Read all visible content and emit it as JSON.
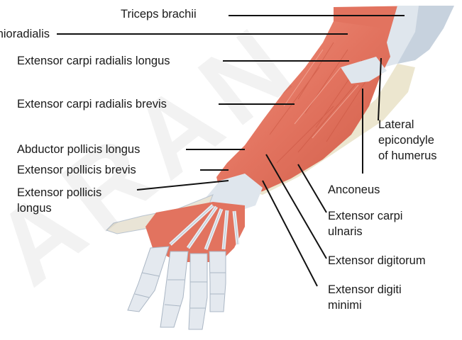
{
  "watermark": "ARAN",
  "colors": {
    "muscle": "#e2735f",
    "muscle_dark": "#c9543f",
    "muscle_light": "#f2a594",
    "tendon": "#e4e9ef",
    "tendon_shade": "#b9c4d0",
    "bone": "#ece6cf",
    "leader": "#111111"
  },
  "labels": {
    "triceps_brachii": "Triceps brachii",
    "brachioradialis": "Brachioradialis",
    "ecr_longus": "Extensor carpi radialis longus",
    "ecr_brevis": "Extensor carpi radialis brevis",
    "lateral_epicondyle_1": "Lateral",
    "lateral_epicondyle_2": "epicondyle",
    "lateral_epicondyle_3": "of humerus",
    "abductor_pollicis_longus": "Abductor pollicis longus",
    "extensor_pollicis_brevis": "Extensor pollicis brevis",
    "extensor_pollicis_longus_1": "Extensor pollicis",
    "extensor_pollicis_longus_2": "longus",
    "anconeus": "Anconeus",
    "extensor_carpi_ulnaris_1": "Extensor carpi",
    "extensor_carpi_ulnaris_2": "ulnaris",
    "extensor_digitorum": "Extensor digitorum",
    "extensor_digiti_minimi_1": "Extensor digiti",
    "extensor_digiti_minimi_2": "minimi"
  }
}
